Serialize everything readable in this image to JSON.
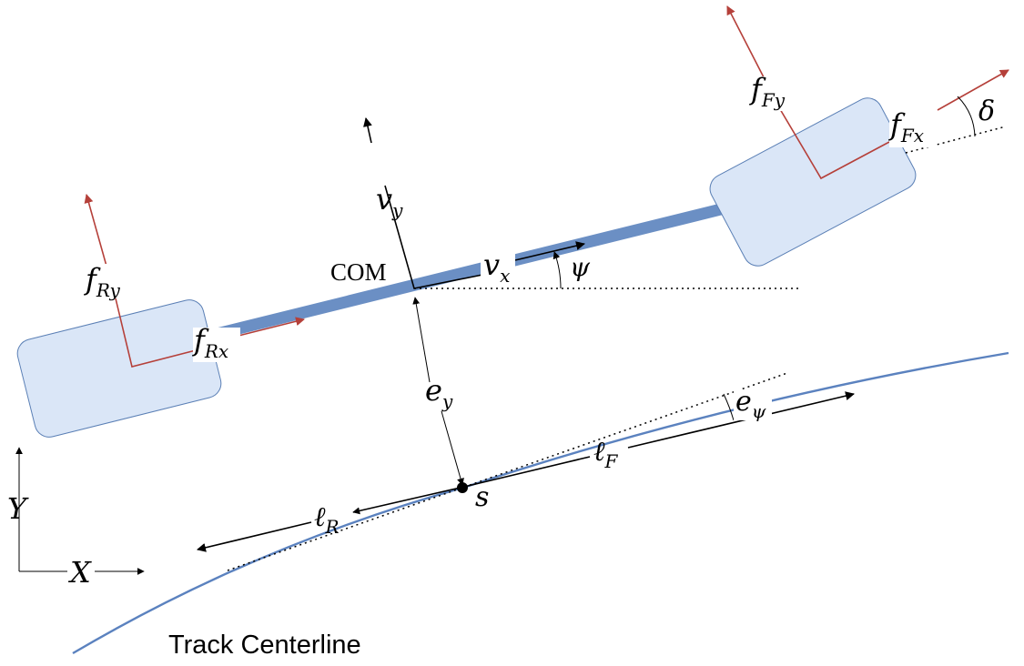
{
  "labels": {
    "com": "COM",
    "track_centerline": "Track Centerline",
    "f_Ry": {
      "main": "f",
      "sub": "Ry"
    },
    "f_Rx": {
      "main": "f",
      "sub": "Rx"
    },
    "f_Fy": {
      "main": "f",
      "sub": "Fy"
    },
    "f_Fx": {
      "main": "f",
      "sub": "Fx"
    },
    "v_y": {
      "main": "v",
      "sub": "y"
    },
    "v_x": {
      "main": "v",
      "sub": "x"
    },
    "psi": "ψ",
    "delta": "δ",
    "e_y": {
      "main": "e",
      "sub": "y"
    },
    "e_psi": {
      "main": "e",
      "sub": "ψ"
    },
    "l_F": {
      "main": "ℓ",
      "sub": "F"
    },
    "l_R": {
      "main": "ℓ",
      "sub": "R"
    },
    "s": "s",
    "axis_Y": "Y",
    "axis_X": "X"
  },
  "colors": {
    "wheel_fill": "#dae6f7",
    "wheel_stroke": "#5a7fb5",
    "chassis": "#6b8fc4",
    "force_arrow": "#b5403a",
    "track": "#5b82bf"
  }
}
